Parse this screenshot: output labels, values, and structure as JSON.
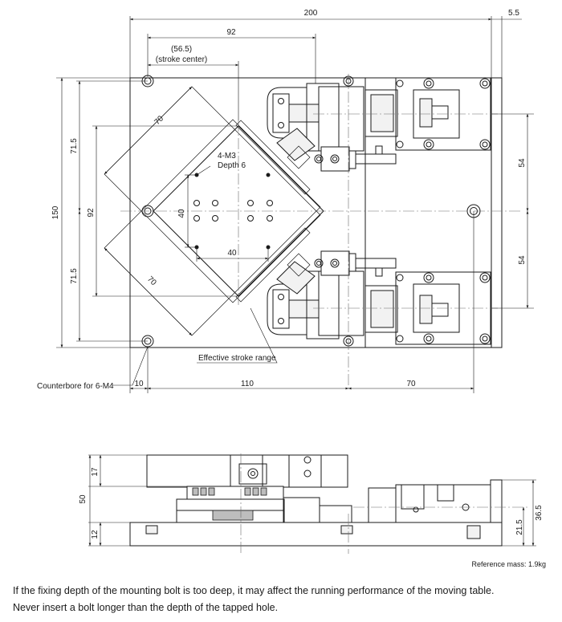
{
  "top_view": {
    "dims": {
      "overall_width": "200",
      "extra_width": "5.5",
      "dim_92_top": "92",
      "stroke_center_value": "(56.5)",
      "stroke_center_label": "(stroke center)",
      "height_150": "150",
      "left_71_5_top": "71.5",
      "left_92": "92",
      "left_71_5_bottom": "71.5",
      "right_54_top": "54",
      "right_54_bottom": "54",
      "diag_70_top": "70",
      "diag_70_bottom": "70",
      "hole_40_vertical": "40",
      "hole_40_horizontal": "40",
      "bottom_10": "10",
      "bottom_110": "110",
      "bottom_70": "70"
    },
    "labels": {
      "tapped_hole_1": "4-M3",
      "tapped_hole_2": "Depth 6",
      "effective_stroke": "Effective stroke range",
      "counterbore": "Counterbore for 6-M4"
    }
  },
  "side_view": {
    "dims": {
      "h_17": "17",
      "h_50": "50",
      "h_12": "12",
      "h_36_5": "36.5",
      "h_21_5": "21.5"
    }
  },
  "reference_mass": "Reference mass: 1.9kg",
  "notes": [
    "If the fixing depth of the mounting bolt is too deep, it may affect the running performance of the moving table.",
    "Never insert a bolt longer than the depth of the tapped hole."
  ]
}
